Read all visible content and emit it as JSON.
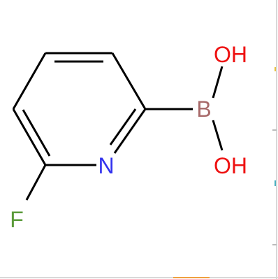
{
  "molecule": {
    "atoms": {
      "F": {
        "label": "F",
        "color": "#5a9a3a"
      },
      "N": {
        "label": "N",
        "color": "#3333ee"
      },
      "B": {
        "label": "B",
        "color": "#a86a6a"
      },
      "O1": {
        "label": "OH",
        "color": "#ee1111"
      },
      "O2": {
        "label": "OH",
        "color": "#ee1111"
      }
    },
    "bond_color": "#000000"
  },
  "edge_marks": {
    "right_accent": "#e8c040",
    "right_teal": "#4ab0c0",
    "bottom_orange": "#f0a040",
    "frame_gray": "#cccccc"
  }
}
